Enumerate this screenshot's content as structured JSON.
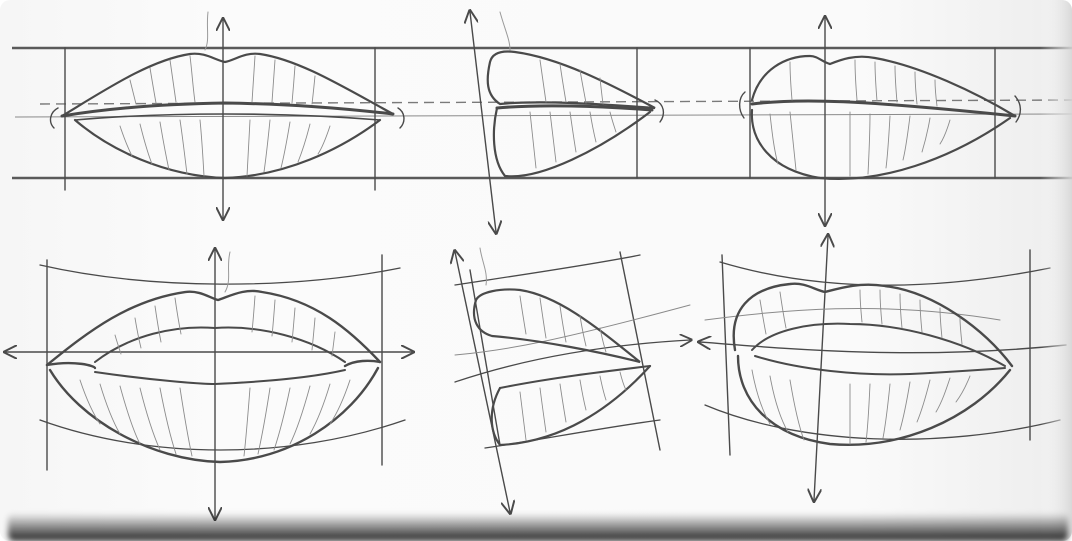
{
  "artwork": {
    "subject": "lips-construction-sketch",
    "panels": [
      {
        "row": 1,
        "col": 1,
        "view": "front-closed"
      },
      {
        "row": 1,
        "col": 2,
        "view": "profile-closed"
      },
      {
        "row": 1,
        "col": 3,
        "view": "three-quarter-closed"
      },
      {
        "row": 2,
        "col": 1,
        "view": "front-open-up"
      },
      {
        "row": 2,
        "col": 2,
        "view": "profile-open-tilted"
      },
      {
        "row": 2,
        "col": 3,
        "view": "three-quarter-open-tilted"
      }
    ],
    "colors": {
      "paper": "#f8f8f8",
      "pencil": "#4a4a4a",
      "guide": "#6a6a6a",
      "shading": "#9a9a9a"
    }
  }
}
